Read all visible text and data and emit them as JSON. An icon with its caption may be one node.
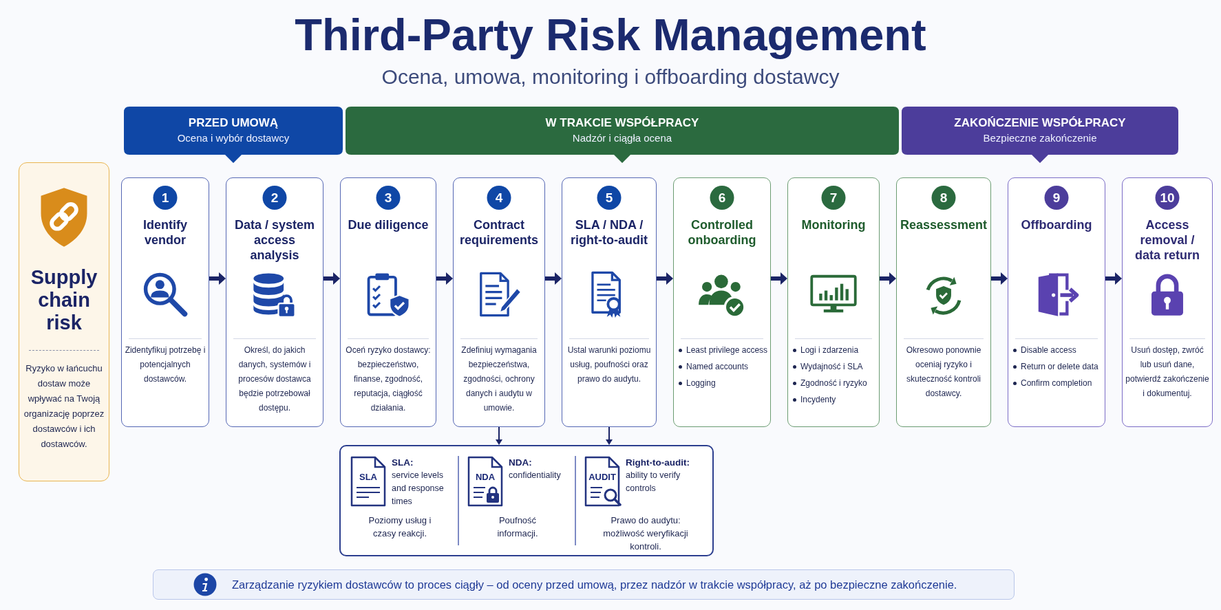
{
  "diagram": {
    "title": "Third-Party Risk Management",
    "nodes": [
      {
        "text": [
          "PRZED UMOWĄ",
          "Ocena i wybór dostawcy"
        ]
      },
      {
        "text": [
          "W TRAKCIE WSPÓŁPRACY",
          "Nadzór i ciągła ocena"
        ]
      },
      {
        "text": [
          "ZAKOŃCZENIE WSPÓŁPRACY",
          "Bezpieczne zakończenie"
        ]
      },
      {
        "text": [
          "Supply chain risk",
          "Ryzyko w łańcuchu dostaw może wpływać na Twoją organizację poprzez dostawców i ich dostawców."
        ]
      },
      {
        "text": [
          "1",
          "Identify vendor",
          "Zidentyfikuj potrzebę i potencjalnych dostawców."
        ]
      },
      {
        "text": [
          "2",
          "Data / system access analysis",
          "Określ, do jakich danych, systemów i procesów dostawca będzie potrzebował dostępu."
        ]
      },
      {
        "text": [
          "3",
          "Due diligence",
          "Oceń ryzyko dostawcy: bezpieczeństwo, finanse, zgodność, reputacja, ciągłość działania."
        ]
      },
      {
        "text": [
          "4",
          "Contract requirements",
          "Zdefiniuj wymagania bezpieczeństwa, zgodności, ochrony danych i audytu w umowie."
        ]
      },
      {
        "text": [
          "5",
          "SLA / NDA / right-to-audit",
          "Ustal warunki poziomu usług, poufności oraz prawo do audytu."
        ]
      },
      {
        "text": [
          "6",
          "Controlled onboarding",
          "Least privilege access",
          "Named accounts",
          "Logging"
        ]
      },
      {
        "text": [
          "7",
          "Monitoring",
          "Logi i zdarzenia",
          "Wydajność i SLA",
          "Zgodność i ryzyko",
          "Incydenty"
        ]
      },
      {
        "text": [
          "8",
          "Reassessment",
          "Okresowo ponownie oceniaj ryzyko i skuteczność kontroli dostawcy."
        ]
      },
      {
        "text": [
          "9",
          "Offboarding",
          "Disable access",
          "Return or delete data",
          "Confirm completion"
        ]
      },
      {
        "text": [
          "10",
          "Access removal / data return",
          "Usuń dostęp, zwróć lub usuń dane, potwierdź zakończenie i dokumentuj."
        ]
      },
      {
        "text": [],
        "shape": "box"
      },
      {
        "text": [
          "SLA",
          "SLA:",
          "service levels and response times",
          "Poziomy usług i czasy reakcji."
        ],
        "in": 14
      },
      {
        "text": [
          "NDA",
          "NDA:",
          "confidentiality",
          "Poufność informacji."
        ],
        "in": 14
      },
      {
        "text": [
          "AUDIT",
          "Right-to-audit:",
          "ability to verify controls",
          "Prawo do audytu: możliwość weryfikacji kontroli."
        ],
        "in": 14
      },
      {
        "text": [
          "Zarządzanie ryzykiem dostawców to proces ciągły – od oceny przed umową, przez nadzór w trakcie współpracy, aż po bezpieczne zakończenie."
        ]
      }
    ],
    "edges": [
      {
        "from": 4,
        "to": 5,
        "arrow": "to"
      },
      {
        "from": 5,
        "to": 6,
        "arrow": "to"
      },
      {
        "from": 6,
        "to": 7,
        "arrow": "to"
      },
      {
        "from": 7,
        "to": 8,
        "arrow": "to"
      },
      {
        "from": 8,
        "to": 9,
        "arrow": "to"
      },
      {
        "from": 9,
        "to": 10,
        "arrow": "to"
      },
      {
        "from": 10,
        "to": 11,
        "arrow": "to"
      },
      {
        "from": 11,
        "to": 12,
        "arrow": "to"
      },
      {
        "from": 12,
        "to": 13,
        "arrow": "to"
      },
      {
        "from": 7,
        "to": 14,
        "arrow": "to"
      },
      {
        "from": 8,
        "to": 14,
        "arrow": "to"
      }
    ],
    "labels": [
      "Ocena, umowa, monitoring i offboarding dostawcy"
    ]
  }
}
